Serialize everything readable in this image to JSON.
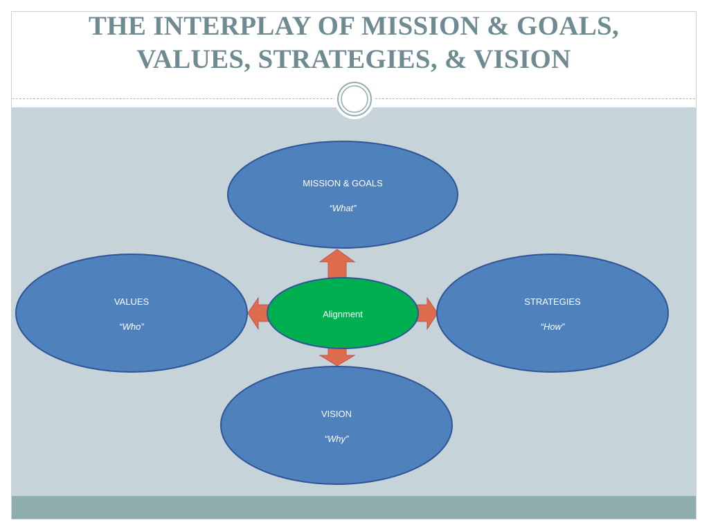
{
  "slide": {
    "title_line_1": "THE INTERPLAY OF MISSION & GOALS,",
    "title_line_2": "VALUES, STRATEGIES, & VISION"
  },
  "diagram": {
    "center": {
      "label": "Alignment",
      "color": "#00b050"
    },
    "nodes": [
      {
        "id": "mission",
        "label": "MISSION & GOALS",
        "sub": "“What”"
      },
      {
        "id": "values",
        "label": "VALUES",
        "sub": "“Who”"
      },
      {
        "id": "strategies",
        "label": "STRATEGIES",
        "sub": "“How”"
      },
      {
        "id": "vision",
        "label": "VISION",
        "sub": "“Why”"
      }
    ],
    "colors": {
      "node_fill": "#4f81bd",
      "node_stroke": "#2f5597",
      "arrow_fill": "#dd6b4d",
      "panel_bg": "#c6d3d8",
      "footer_bg": "#8fadac",
      "title_color": "#6f8b92"
    }
  }
}
